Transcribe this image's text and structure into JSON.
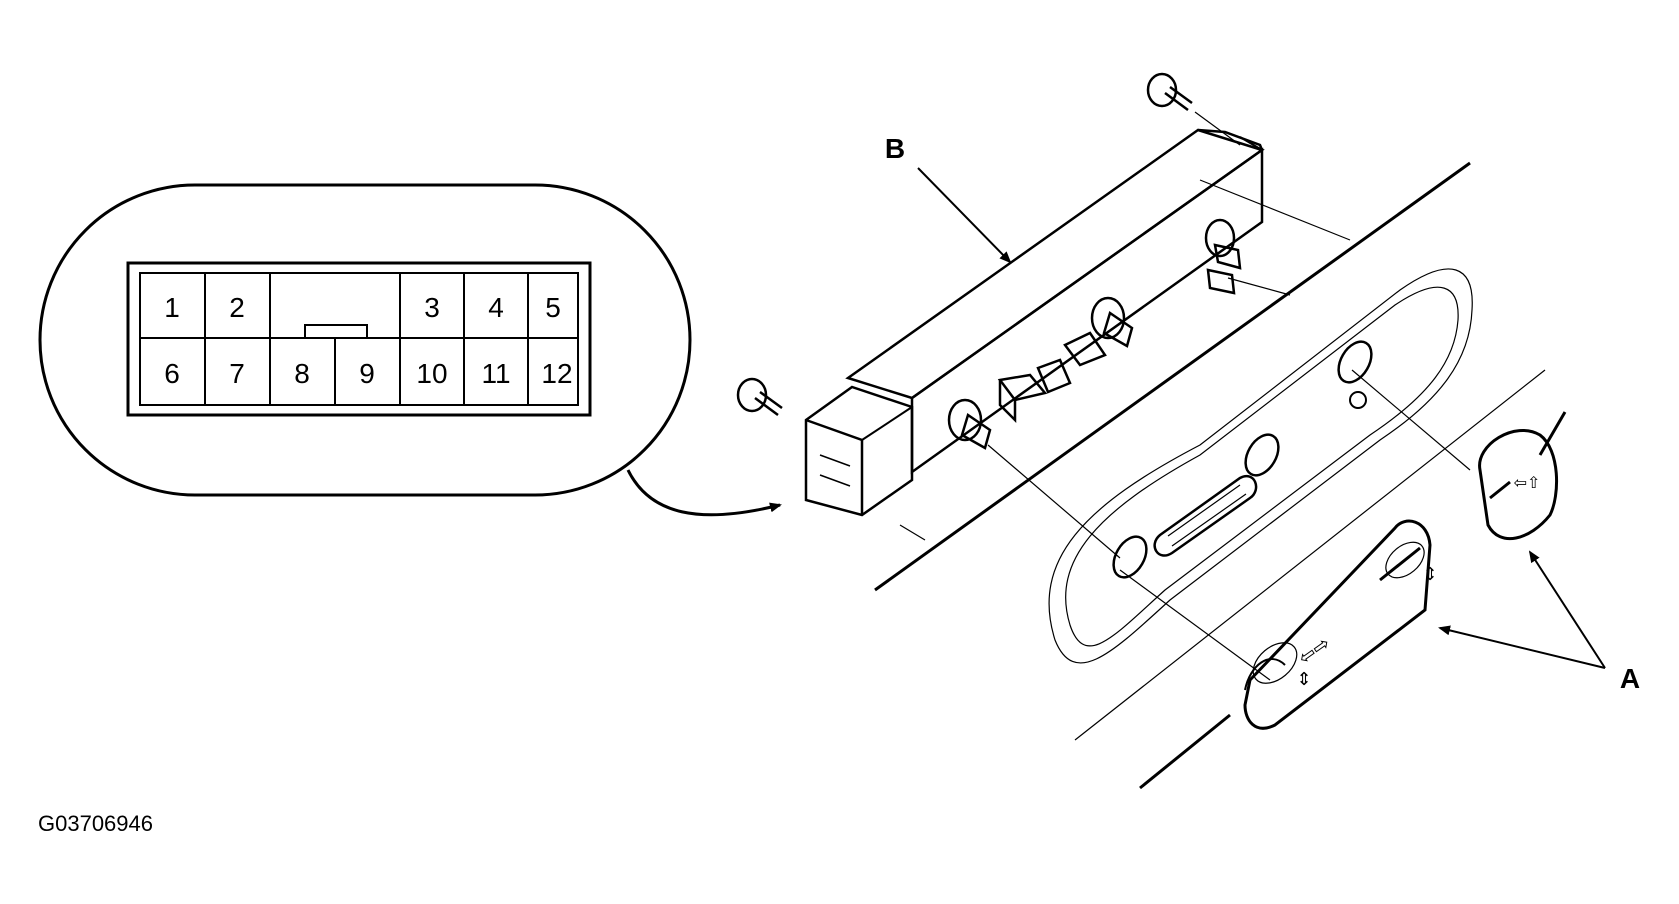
{
  "connector": {
    "pins_top": [
      "1",
      "2",
      "",
      "3",
      "4",
      "5"
    ],
    "pins_bottom": [
      "6",
      "7",
      "8",
      "9",
      "10",
      "11",
      "12"
    ]
  },
  "labels": {
    "a": "A",
    "b": "B"
  },
  "figure_code": "G03706946"
}
